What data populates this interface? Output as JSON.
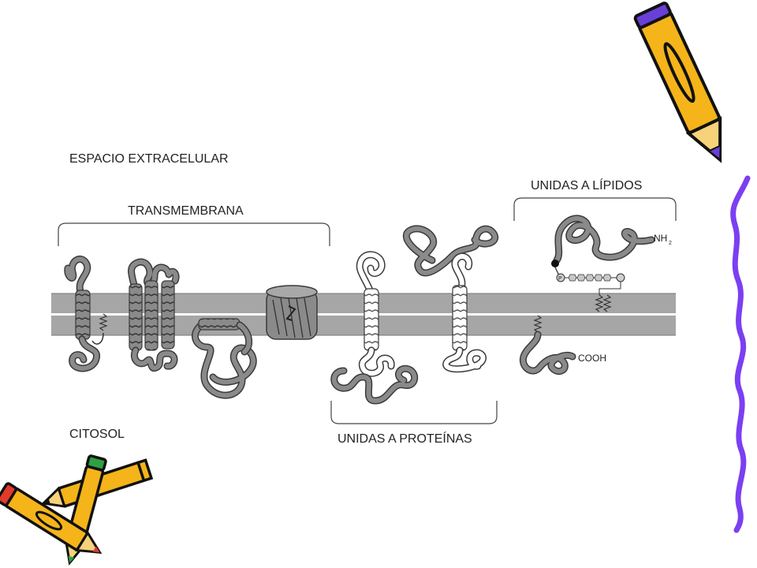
{
  "labels": {
    "extracellular": "ESPACIO EXTRACELULAR",
    "cytosol": "CITOSOL",
    "transmembrane": "TRANSMEMBRANA",
    "protein_bound": "UNIDAS A PROTEÍNAS",
    "lipid_bound": "UNIDAS A LÍPIDOS",
    "amino_terminus": "NH",
    "amino_subscript": "2",
    "carboxy_terminus": "COOH",
    "phosphate_mark": "P"
  },
  "colors": {
    "membrane": "#a6a6a6",
    "membrane_line": "#666666",
    "protein": "#8a8a8a",
    "protein_outline": "#3a3a3a",
    "pencil_yellow": "#f4b41a",
    "pencil_purple": "#6a3fd8",
    "pencil_red": "#e23a2a",
    "pencil_green": "#2ea043",
    "squiggle": "#7b3ff2"
  },
  "decorations": {
    "top_right": "pencil-icon",
    "bottom_left": "pencils-icon",
    "right_edge": "squiggle-line"
  }
}
